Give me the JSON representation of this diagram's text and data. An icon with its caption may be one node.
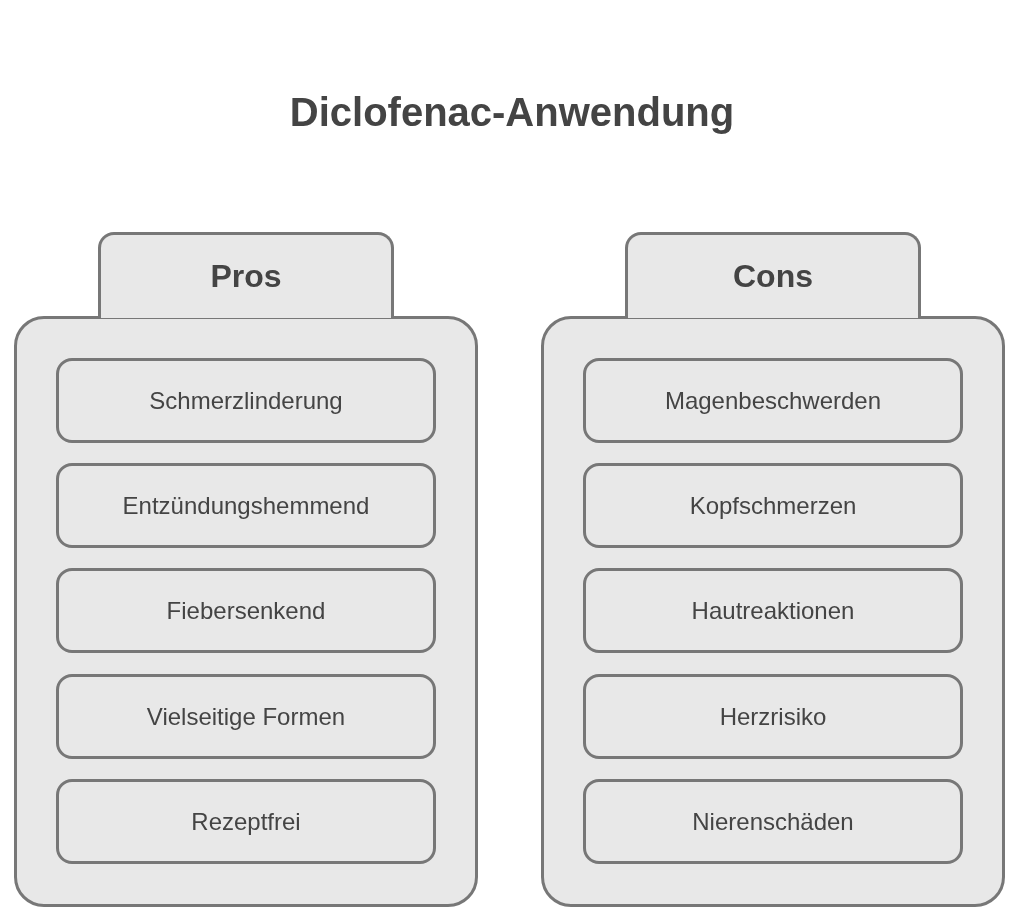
{
  "diagram": {
    "title": "Diclofenac-Anwendung",
    "nodes": [
      {
        "text": [
          "Pros"
        ]
      },
      {
        "text": [
          "Schmerzlinderung"
        ],
        "in": 0
      },
      {
        "text": [
          "Entzündungshemmend"
        ],
        "in": 0
      },
      {
        "text": [
          "Fiebersenkend"
        ],
        "in": 0
      },
      {
        "text": [
          "Vielseitige Formen"
        ],
        "in": 0
      },
      {
        "text": [
          "Rezeptfrei"
        ],
        "in": 0
      },
      {
        "text": [
          "Cons"
        ]
      },
      {
        "text": [
          "Magenbeschwerden"
        ],
        "in": 6
      },
      {
        "text": [
          "Kopfschmerzen"
        ],
        "in": 6
      },
      {
        "text": [
          "Hautreaktionen"
        ],
        "in": 6
      },
      {
        "text": [
          "Herzrisiko"
        ],
        "in": 6
      },
      {
        "text": [
          "Nierenschäden"
        ],
        "in": 6
      }
    ],
    "edges": []
  }
}
